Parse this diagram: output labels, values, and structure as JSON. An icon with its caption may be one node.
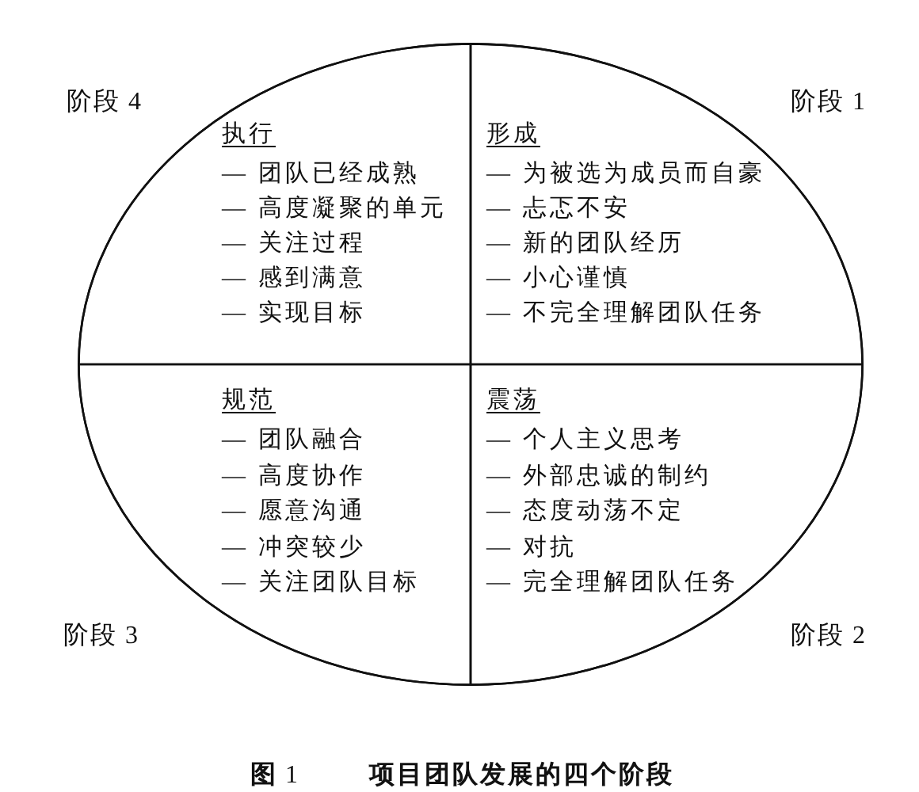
{
  "diagram": {
    "caption": "项目团队发展的四个阶段",
    "nodes": [
      {
        "text": [],
        "shape": "ellipse"
      },
      {
        "text": [
          "执行",
          "— 团队已经成熟",
          "— 高度凝聚的单元",
          "— 关注过程",
          "— 感到满意",
          "— 实现目标"
        ],
        "in": 0,
        "beside": [
          "阶段 4"
        ]
      },
      {
        "text": [
          "形成",
          "— 为被选为成员而自豪",
          "— 忐忑不安",
          "— 新的团队经历",
          "— 小心谨慎",
          "— 不完全理解团队任务"
        ],
        "in": 0,
        "beside": [
          "阶段 1"
        ]
      },
      {
        "text": [
          "规范",
          "— 团队融合",
          "— 高度协作",
          "— 愿意沟通",
          "— 冲突较少",
          "— 关注团队目标"
        ],
        "in": 0,
        "beside": [
          "阶段 3"
        ]
      },
      {
        "text": [
          "震荡",
          "— 个人主义思考",
          "— 外部忠诚的制约",
          "— 态度动荡不定",
          "— 对抗",
          "— 完全理解团队任务"
        ],
        "in": 0,
        "beside": [
          "阶段 2"
        ]
      }
    ],
    "labels": [
      "**图** 1"
    ]
  }
}
